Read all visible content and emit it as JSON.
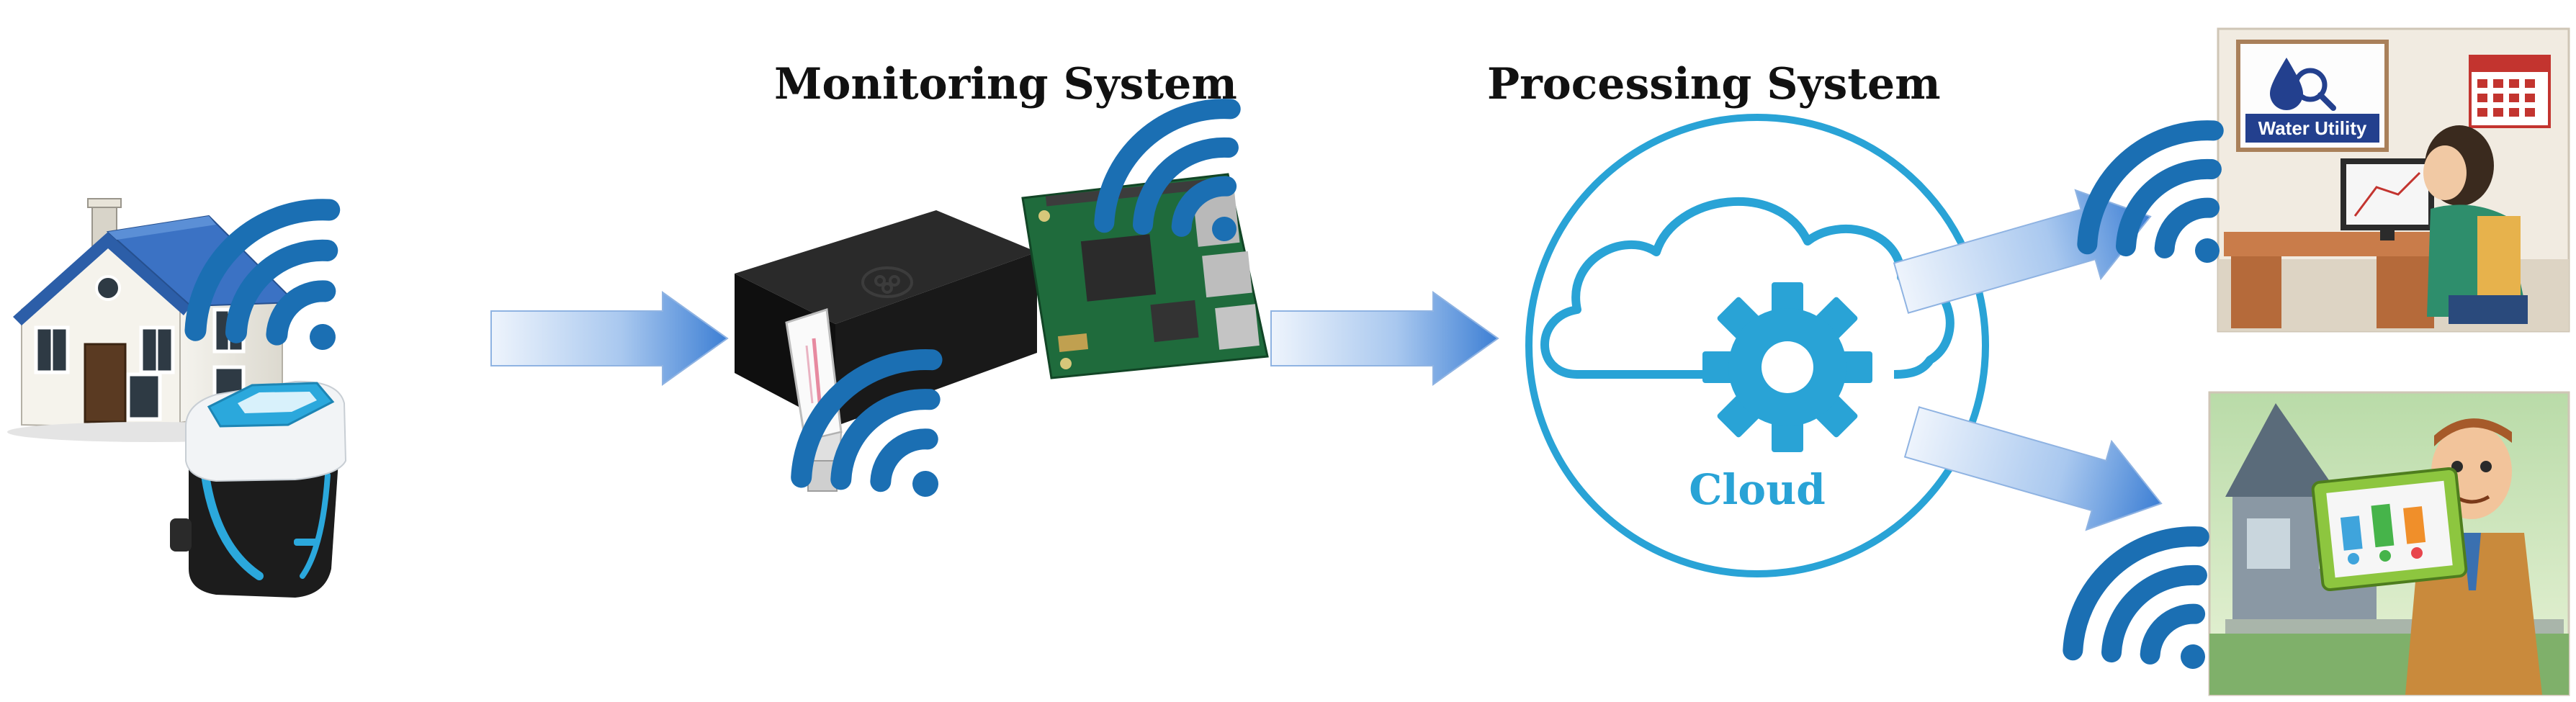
{
  "titles": {
    "monitoring": "Monitoring System",
    "processing": "Processing System"
  },
  "cloud": {
    "label": "Cloud"
  },
  "water_utility": {
    "sign": "Water Utility"
  },
  "colors": {
    "wifi": "#1b6fb3",
    "cloud": "#29a3d6",
    "arrow_light": "#eef4fc",
    "arrow_dark": "#3d7fd4",
    "roof": "#2c5ea8",
    "house_wall": "#f3f1ea",
    "meter_body": "#1c1c1c",
    "meter_accent": "#2ba8dc",
    "board_green": "#1f6b3c",
    "case_black": "#151515"
  },
  "icons": [
    "house-icon",
    "water-meter-icon",
    "raspberry-pi-case-icon",
    "usb-dongle-icon",
    "circuit-board-icon",
    "cloud-icon",
    "gear-icon",
    "wifi-icon"
  ]
}
